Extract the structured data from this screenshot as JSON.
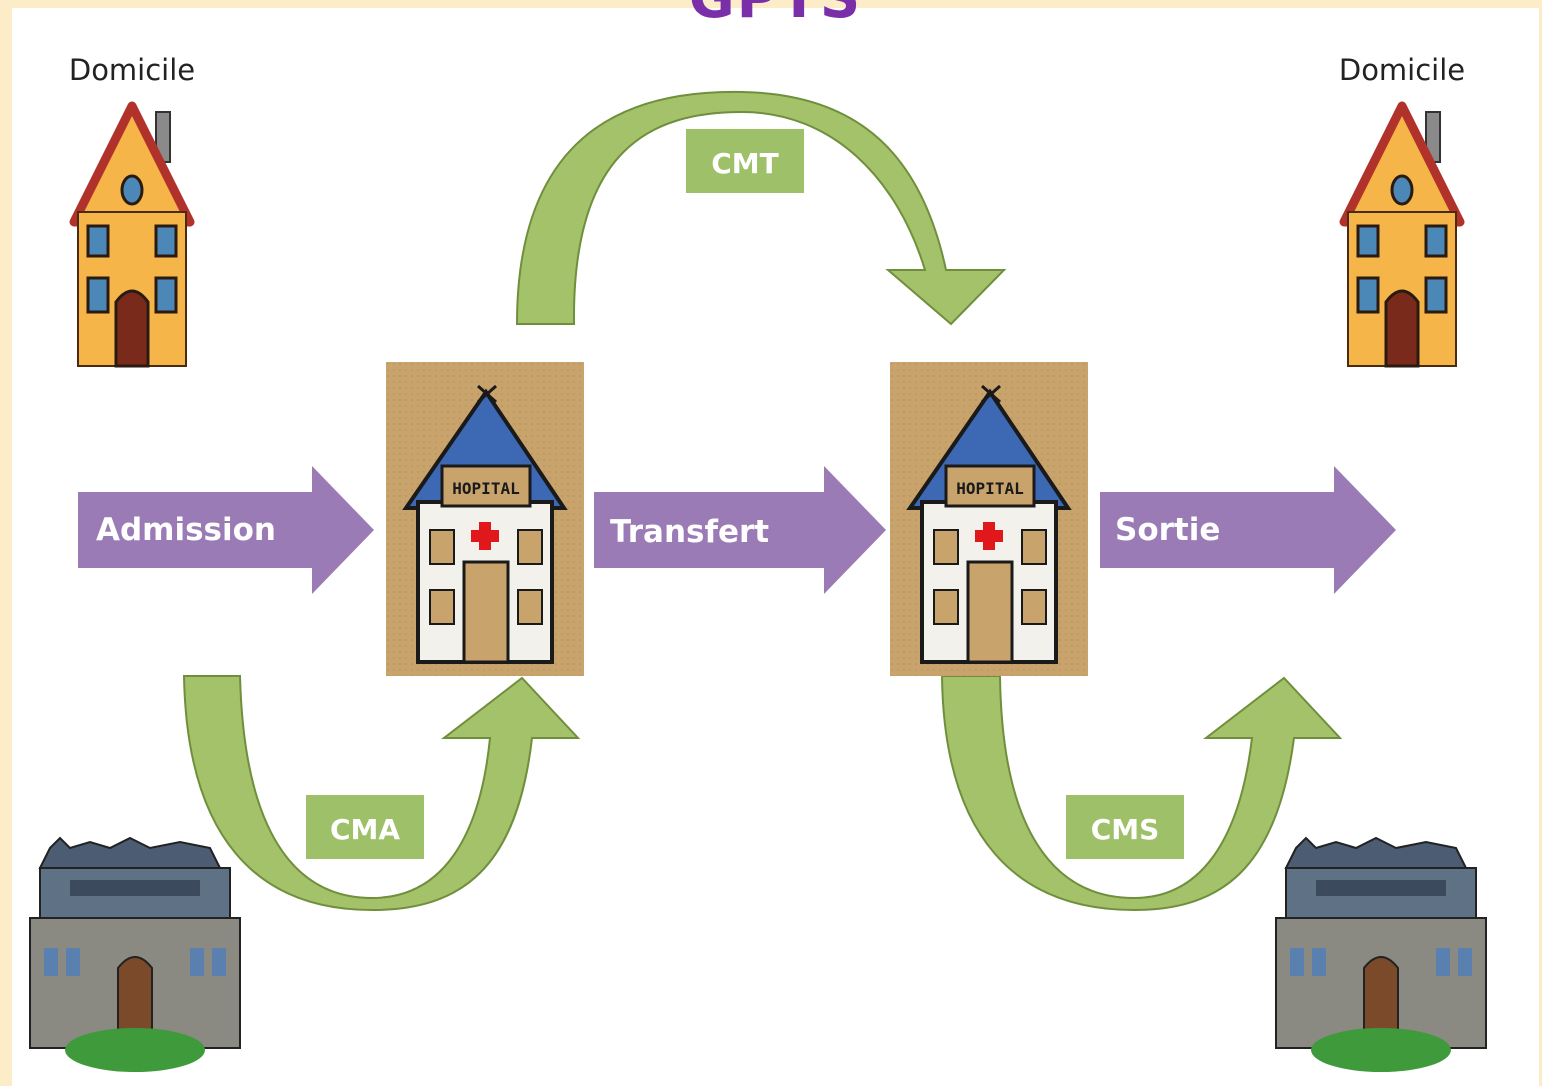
{
  "header": {
    "title": "GPTS"
  },
  "nodes": {
    "home_left_label": "Domicile",
    "home_right_label": "Domicile",
    "hospital_sign": "HOPITAL"
  },
  "flows": {
    "admission": "Admission",
    "transfert": "Transfert",
    "sortie": "Sortie",
    "cmt": "CMT",
    "cma": "CMA",
    "cms": "CMS"
  },
  "colors": {
    "purple_arrow": "#9b7bb5",
    "green_arrow": "#a3c26a",
    "green_border": "#6f8f3c",
    "green_label": "#9dc068",
    "title": "#7a2fa8",
    "frame": "#fdecc8"
  },
  "icons": {
    "home": "house-icon",
    "hospital": "hospital-icon",
    "retirement": "retirement-home-icon"
  }
}
